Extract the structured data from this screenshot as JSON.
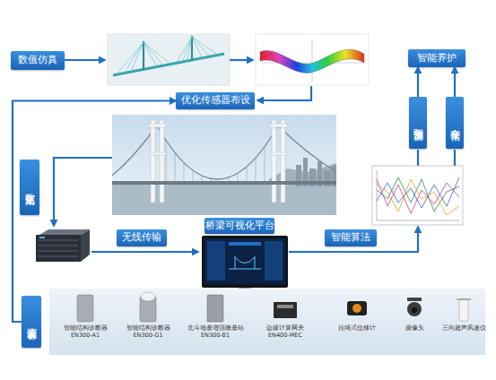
{
  "diagram": {
    "nodes": [
      {
        "text": [
          "数值仿真"
        ]
      },
      {
        "text": [
          "智能养护"
        ]
      },
      {
        "text": [
          "优化传感器布设"
        ]
      },
      {
        "text": [
          "数据汇集"
        ]
      },
      {
        "text": [
          "预测预警"
        ]
      },
      {
        "text": [
          "安全评估"
        ]
      },
      {
        "text": [
          "无线传输"
        ]
      },
      {
        "text": [
          "桥梁可视化平台"
        ]
      },
      {
        "text": [
          "智能算法"
        ]
      },
      {
        "text": [
          "监测设备"
        ]
      }
    ],
    "edges": [
      {
        "from": 9,
        "to": 2,
        "arrow": "to"
      },
      {
        "from": 4,
        "to": 1,
        "arrow": "to"
      },
      {
        "from": 5,
        "to": 1,
        "arrow": "to"
      }
    ],
    "labels": [
      "智能结构诊断器 EN300-A1",
      "智能结构诊断器 EN300-G1",
      "北斗地基增强微基站 EN300-B1",
      "边缘计算网关 EN400-MEC",
      "拉绳式位移计",
      "摄像头",
      "三向超声风速仪"
    ]
  }
}
